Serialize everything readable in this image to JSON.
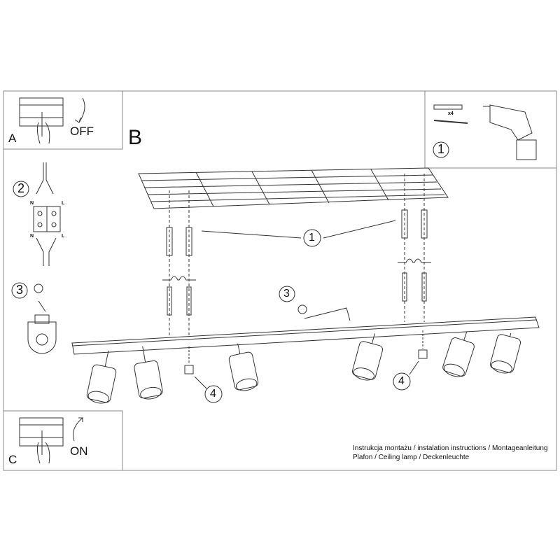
{
  "panel_a": {
    "letter": "A",
    "action": "OFF"
  },
  "panel_b": {
    "letter": "B"
  },
  "panel_c": {
    "letter": "C",
    "action": "ON"
  },
  "step1_tools": {
    "number": "1",
    "quantity": "x4"
  },
  "step2_wiring": {
    "number": "2",
    "neutral": "N",
    "live": "L"
  },
  "step3_ground": {
    "number": "3"
  },
  "callouts": {
    "screws": "1",
    "ground": "3",
    "bolt_left": "4",
    "bolt_right": "4"
  },
  "footer": {
    "line1": "Instrukcja montażu / instalation instructions / Montageanleitung",
    "line2": "Plafon / Ceiling lamp / Deckenleuchte"
  }
}
